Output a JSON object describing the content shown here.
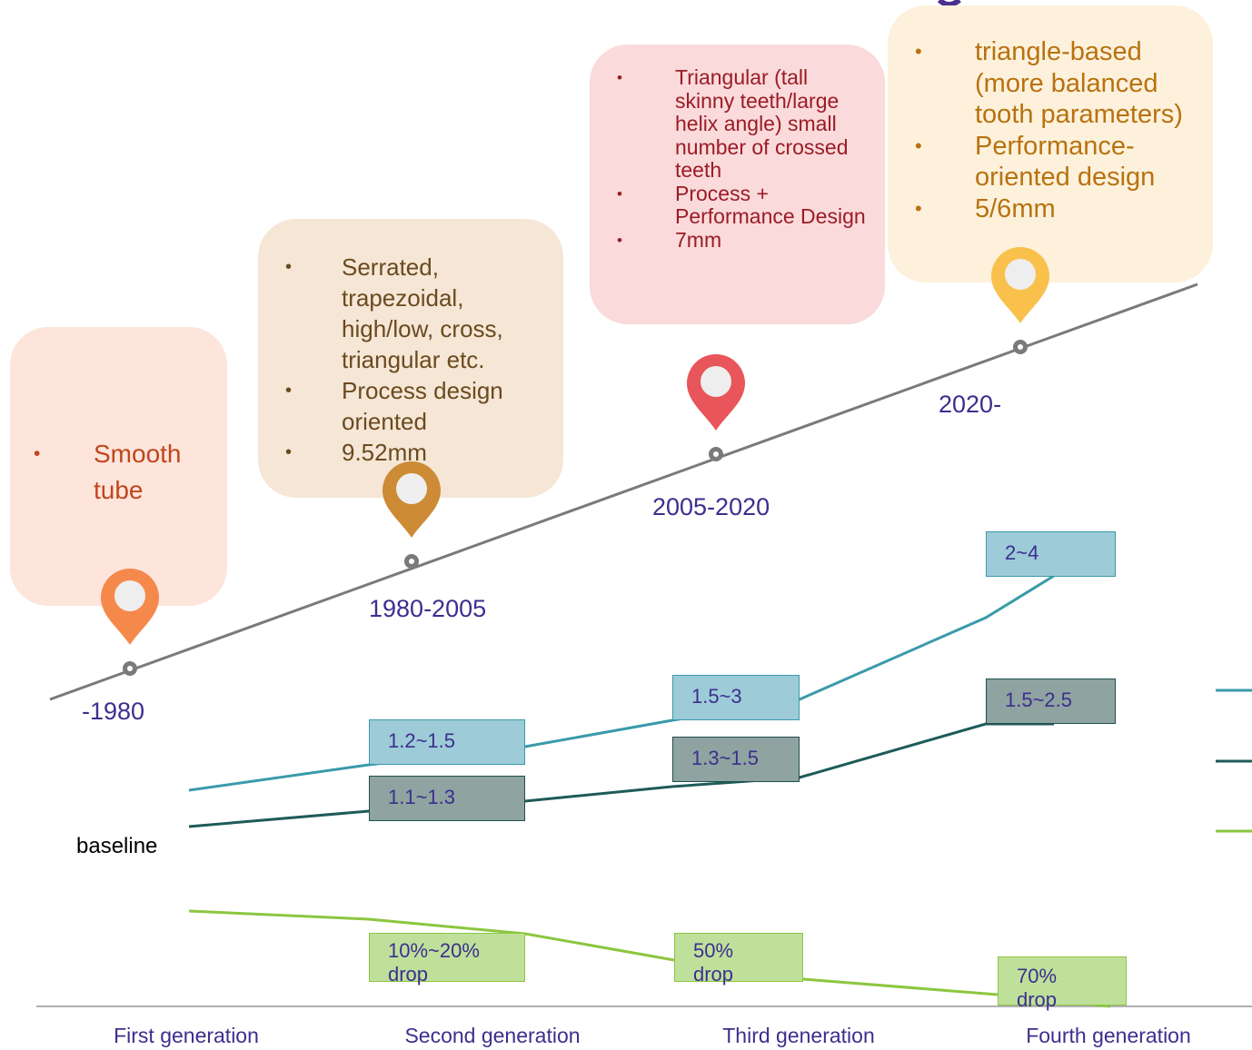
{
  "colors": {
    "axis": "#7a7a7a",
    "teal_line": "#3a9aaa",
    "dark_line": "#1e5b58",
    "green_line": "#8cc63f",
    "pin_orange": "#f5894b",
    "pin_brown": "#cd8b36",
    "pin_red": "#e8555a",
    "pin_yellow": "#f9c14c",
    "era_text": "#3c2f8e"
  },
  "eras": [
    {
      "label": "-1980",
      "card_color": "#fde5dc",
      "text_color": "#c0461c",
      "bullets": [
        "Smooth tube"
      ],
      "pin": "orange-map-pin-icon"
    },
    {
      "label": "1980-2005",
      "card_color": "#f5e6d6",
      "text_color": "#6b4a1e",
      "bullets": [
        "Serrated, trapezoidal, high/low, cross, triangular etc.",
        " Process design oriented",
        "9.52mm"
      ],
      "pin": "brown-map-pin-icon"
    },
    {
      "label": "2005-2020",
      "card_color": "#fadadb",
      "text_color": "#9b1c25",
      "bullets": [
        "Triangular (tall skinny teeth/large helix angle) small number of crossed teeth",
        "Process + Performance Design",
        "7mm"
      ],
      "pin": "red-map-pin-icon"
    },
    {
      "label": "2020-",
      "card_color": "#fdf1dc",
      "text_color": "#b8720f",
      "bullets": [
        "triangle-based (more balanced tooth parameters)",
        "Performance-oriented design",
        "5/6mm"
      ],
      "pin": "yellow-map-pin-icon"
    }
  ],
  "bullet_char": "•",
  "baseline_label": "baseline",
  "generations": [
    "First generation",
    "Second generation",
    "Third generation",
    "Fourth generation"
  ],
  "teal_values": [
    "1.2~1.5",
    "1.5~3",
    "2~4"
  ],
  "dark_values": [
    "1.1~1.3",
    "1.3~1.5",
    "1.5~2.5"
  ],
  "green_values": [
    "10%~20%\ndrop",
    "50%\ndrop",
    "70%\ndrop"
  ]
}
